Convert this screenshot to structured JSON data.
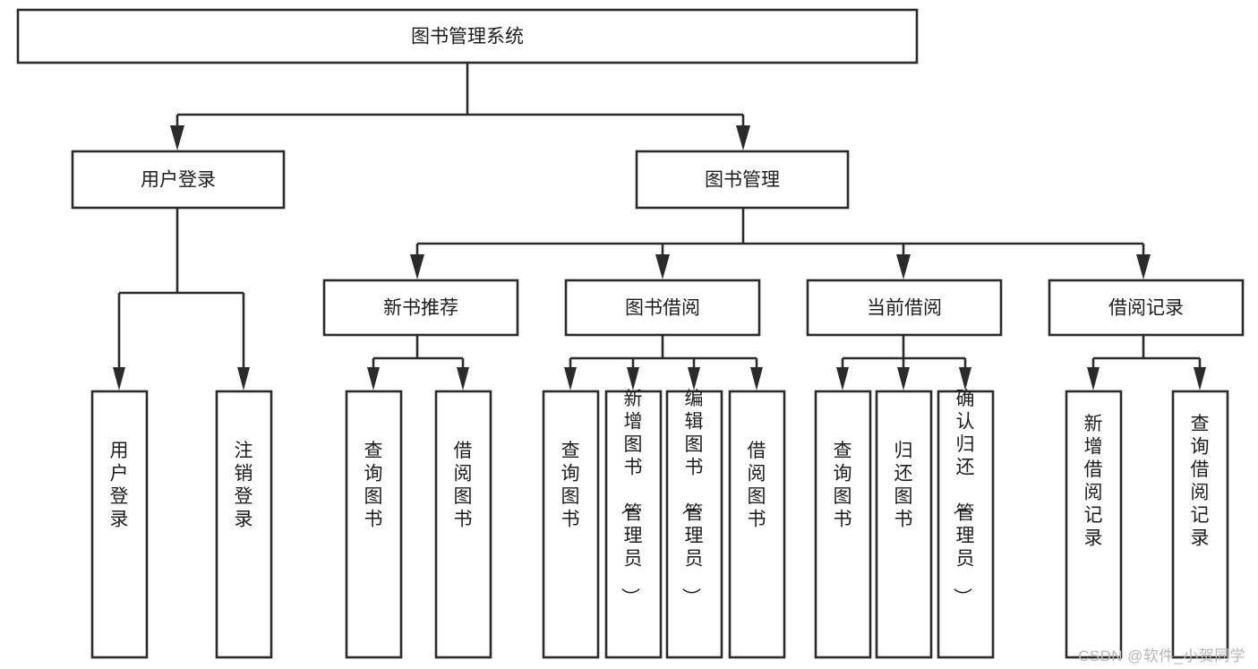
{
  "diagram": {
    "title": "图书管理系统",
    "type": "tree-hierarchy",
    "orientation": "top-down",
    "colors": {
      "stroke": "#2b2b2b",
      "fill": "#ffffff",
      "text": "#1d1d1d",
      "watermark": "#b7b7b7",
      "background": "#ffffff"
    },
    "levels": {
      "root": {
        "label": "图书管理系统"
      },
      "level2": [
        {
          "label": "用户登录"
        },
        {
          "label": "图书管理"
        }
      ],
      "level3": [
        {
          "label": "新书推荐"
        },
        {
          "label": "图书借阅"
        },
        {
          "label": "当前借阅"
        },
        {
          "label": "借阅记录"
        }
      ],
      "leaves": {
        "user_login": [
          {
            "label": "用户登录"
          },
          {
            "label": "注销登录"
          }
        ],
        "new_book_recommend": [
          {
            "label": "查询图书"
          },
          {
            "label": "借阅图书"
          }
        ],
        "book_borrow": [
          {
            "label": "查询图书"
          },
          {
            "label": "新增图书（管理员）"
          },
          {
            "label": "编辑图书（管理员）"
          },
          {
            "label": "借阅图书"
          }
        ],
        "current_borrow": [
          {
            "label": "查询图书"
          },
          {
            "label": "归还图书"
          },
          {
            "label": "确认归还（管理员）"
          }
        ],
        "borrow_record": [
          {
            "label": "新增借阅记录"
          },
          {
            "label": "查询借阅记录"
          }
        ]
      }
    },
    "watermark": "CSDN @软件_小贺同学"
  }
}
